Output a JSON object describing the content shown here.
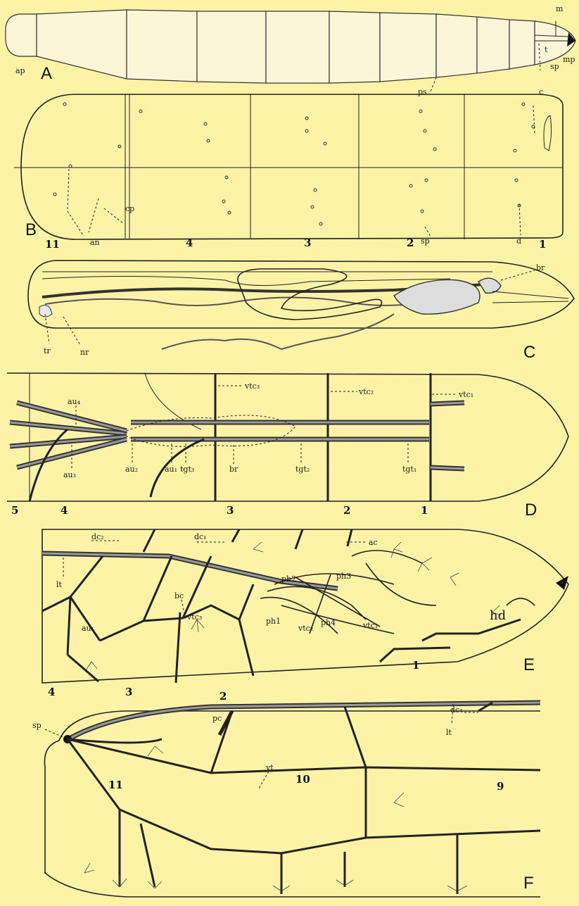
{
  "panels": {
    "A": {
      "letter": "A",
      "labels": {
        "ap": "ap",
        "m": "m",
        "t": "t",
        "mp": "mp",
        "sp": "sp",
        "ps": "ps"
      }
    },
    "B": {
      "letter": "B",
      "labels": {
        "c": "c",
        "cp": "cp",
        "an": "an",
        "sp": "sp",
        "d": "d"
      },
      "segments": {
        "s11": "11",
        "s4": "4",
        "s3": "3",
        "s2": "2",
        "s1": "1"
      }
    },
    "C": {
      "letter": "C",
      "labels": {
        "br": "br",
        "tr": "tr",
        "nr": "nr"
      }
    },
    "D": {
      "letter": "D",
      "labels": {
        "au4": "au₄",
        "au3": "au₃",
        "au2": "au₂",
        "au1": "au₁",
        "tgt3": "tgt₃",
        "br": "br",
        "tgt2": "tgt₂",
        "tgt1": "tgt₁",
        "vtc3": "vtc₃",
        "vtc2": "vtc₂",
        "vtc1": "vtc₁"
      },
      "segments": {
        "s5": "5",
        "s4": "4",
        "s3": "3",
        "s2": "2",
        "s1": "1"
      }
    },
    "E": {
      "letter": "E",
      "labels": {
        "dc2": "dc₂",
        "dc1": "dc₁",
        "ac": "ac",
        "lt": "lt",
        "bc": "bc",
        "ph2": "ph2",
        "ph3": "ph3",
        "ph1": "ph1",
        "ph4": "ph4",
        "vtc2": "vtc₂",
        "vtc1": "vtc₁",
        "vtc3": "vtc₃",
        "au1": "au₁",
        "hd": "hd"
      },
      "segments": {
        "s4": "4",
        "s3": "3",
        "s2": "2",
        "s1": "1"
      }
    },
    "F": {
      "letter": "F",
      "labels": {
        "pc": "pc",
        "dc4": "dc₄",
        "sp": "sp",
        "vt": "vt",
        "lt": "lt"
      },
      "segments": {
        "s11": "11",
        "s10": "10",
        "s9": "9"
      }
    }
  },
  "colors": {
    "background": "#fdf3a7",
    "ink": "#222222",
    "trachea": "#8a8a8a"
  }
}
